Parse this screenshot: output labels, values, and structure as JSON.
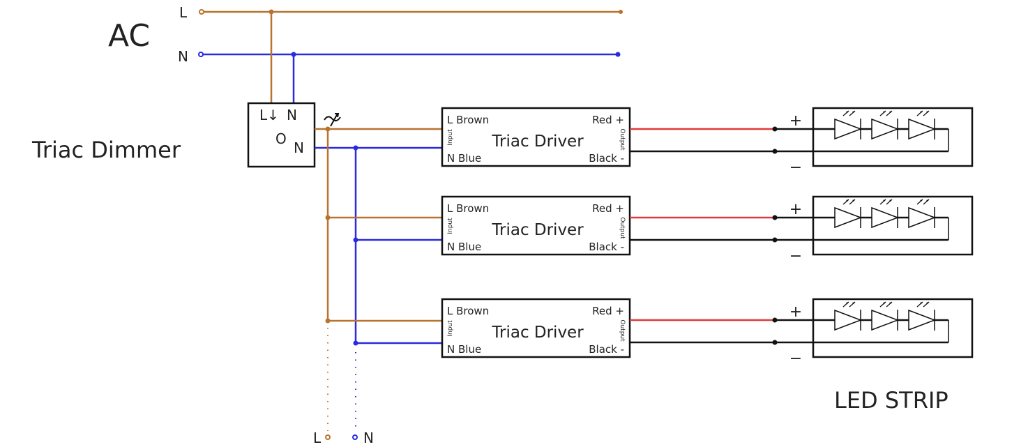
{
  "colors": {
    "live": "#b8732e",
    "neutral": "#2a2adf",
    "positive": "#e0393b",
    "negative": "#111111",
    "box": "#111111"
  },
  "ac": {
    "label": "AC",
    "l_label": "L",
    "n_label": "N"
  },
  "dimmer": {
    "label": "Triac Dimmer",
    "in_l": "L↓",
    "in_n": "N",
    "out_o": "O",
    "out_n": "N",
    "dim_symbol": "dimmer-symbol-icon"
  },
  "drivers": [
    {
      "title": "Triac Driver",
      "l_in": "L Brown",
      "n_in": "N Blue",
      "pos_out": "Red +",
      "neg_out": "Black -",
      "input_tag": "Input",
      "output_tag": "Output"
    },
    {
      "title": "Triac Driver",
      "l_in": "L Brown",
      "n_in": "N Blue",
      "pos_out": "Red +",
      "neg_out": "Black -",
      "input_tag": "Input",
      "output_tag": "Output"
    },
    {
      "title": "Triac Driver",
      "l_in": "L Brown",
      "n_in": "N Blue",
      "pos_out": "Red +",
      "neg_out": "Black -",
      "input_tag": "Input",
      "output_tag": "Output"
    }
  ],
  "strips": [
    {
      "plus": "+",
      "minus": "−",
      "led_count": 3
    },
    {
      "plus": "+",
      "minus": "−",
      "led_count": 3
    },
    {
      "plus": "+",
      "minus": "−",
      "led_count": 3
    }
  ],
  "strip_label": "LED STRIP",
  "continuation": {
    "l_label": "L",
    "n_label": "N"
  }
}
